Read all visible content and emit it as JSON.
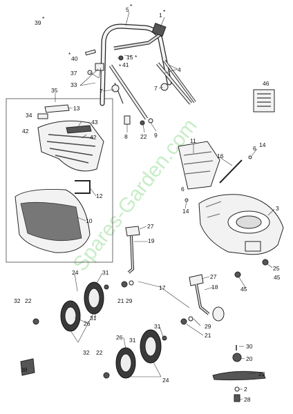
{
  "watermark": "Spares-Garden.com",
  "labels": {
    "l1": "1",
    "l2": "2",
    "l3": "3",
    "l4": "4",
    "l5": "5",
    "l6a": "6",
    "l6b": "6",
    "l7a": "7",
    "l7b": "7",
    "l8": "8",
    "l9": "9",
    "l10": "10",
    "l11": "11",
    "l12": "12",
    "l13": "13",
    "l14a": "14",
    "l14b": "14",
    "l15": "15",
    "l16": "16",
    "l17": "17",
    "l18": "18",
    "l19": "19",
    "l20": "20",
    "l21a": "21",
    "l21b": "21",
    "l22a": "22",
    "l22b": "22",
    "l22c": "22",
    "l23": "23",
    "l24a": "24",
    "l24b": "24",
    "l25": "25",
    "l26a": "26",
    "l26b": "26",
    "l27a": "27",
    "l27b": "27",
    "l28": "28",
    "l29a": "29",
    "l29b": "29",
    "l30": "30",
    "l31a": "31",
    "l31b": "31",
    "l31c": "31",
    "l31d": "31",
    "l32a": "32",
    "l32b": "32",
    "l33": "33",
    "l34": "34",
    "l35": "35",
    "l37": "37",
    "l38": "38",
    "l39": "39",
    "l40": "40",
    "l41": "41",
    "l42a": "42",
    "l42b": "42",
    "l43": "43",
    "l45a": "45",
    "l45b": "45",
    "l46": "46",
    "star": "*"
  }
}
